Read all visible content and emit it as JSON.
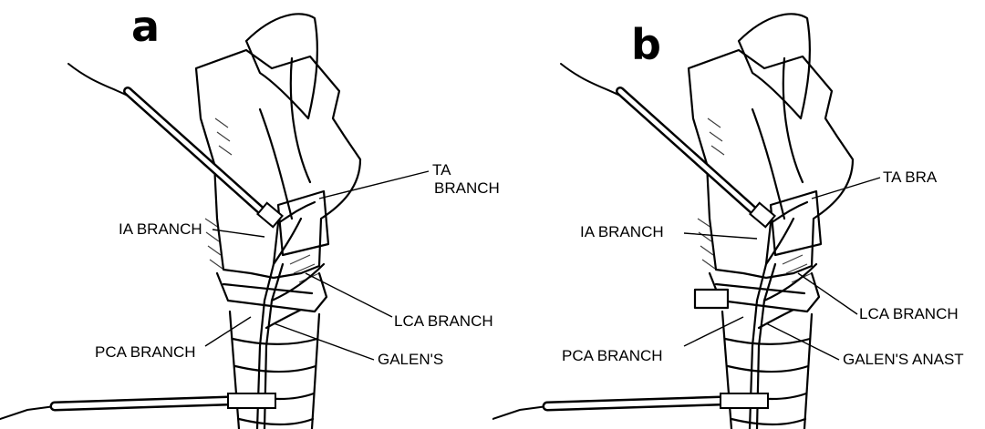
{
  "figure": {
    "panels": [
      {
        "letter": "a",
        "labels": {
          "ta_line1": "TA",
          "ta_line2": "BRANCH",
          "ia": "IA BRANCH",
          "lca": "LCA BRANCH",
          "pca": "PCA BRANCH",
          "galen": "GALEN'S"
        }
      },
      {
        "letter": "b",
        "labels": {
          "ta": "TA BRA",
          "ia": "IA BRANCH",
          "lca": "LCA BRANCH",
          "pca": "PCA BRANCH",
          "galen": "GALEN'S ANAST"
        }
      }
    ]
  }
}
